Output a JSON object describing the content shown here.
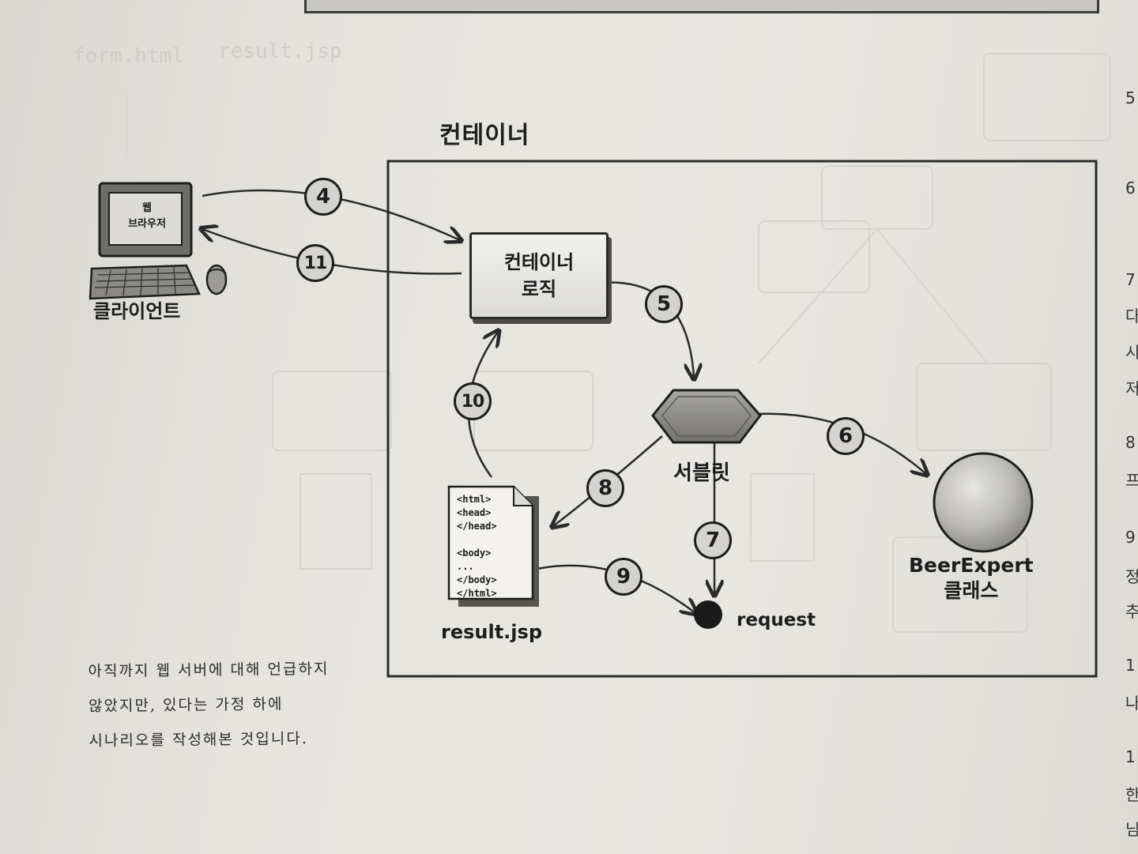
{
  "diagram": {
    "container_title": "컨테이너",
    "client": {
      "label": "클라이언트",
      "screen_line1": "웹",
      "screen_line2": "브라우저"
    },
    "container_logic": {
      "line1": "컨테이너",
      "line2": "로직"
    },
    "servlet_label": "서블릿",
    "result_jsp": {
      "label": "result.jsp",
      "code": "<html>\n<head>\n</head>\n\n<body>\n...\n</body>\n</html>"
    },
    "request_label": "request",
    "beer_expert": {
      "line1": "BeerExpert",
      "line2": "클래스"
    },
    "steps": [
      "4",
      "11",
      "5",
      "10",
      "6",
      "8",
      "7",
      "9"
    ]
  },
  "background": {
    "top_left_labels": [
      "form.html",
      "result.jsp"
    ]
  },
  "note": {
    "line1": "아직까지 웹 서버에 대해 언급하지",
    "line2": "않았지만, 있다는 가정 하에",
    "line3": "시나리오를 작성해본 것입니다."
  },
  "right_margin_fragments": [
    "5",
    "6",
    "7",
    "다",
    "시",
    "저",
    "8",
    "프",
    "9",
    "정",
    "추",
    "1",
    "나",
    "1",
    "한",
    "님"
  ]
}
